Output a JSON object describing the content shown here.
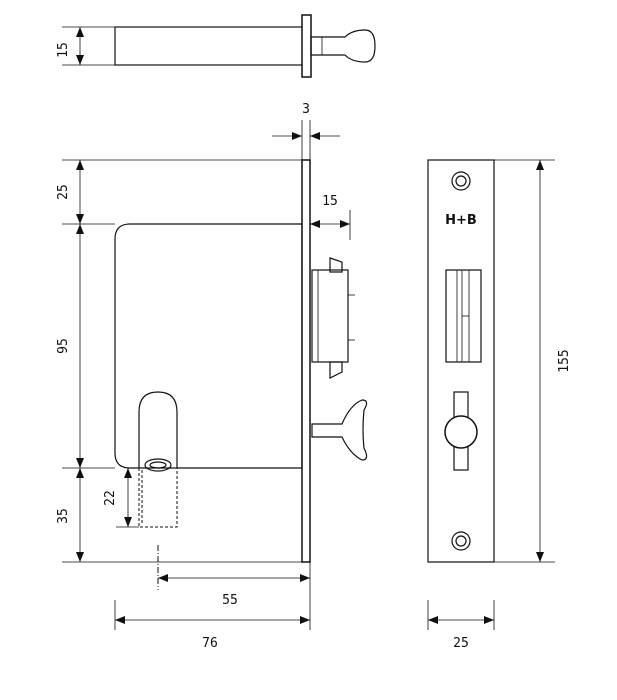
{
  "labels": {
    "brand": "H+B",
    "dim_top_height": "15",
    "dim_faceplate_thickness": "3",
    "dim_bolt_throw": "15",
    "dim_top_offset": "25",
    "dim_case_height": "95",
    "dim_bottom_offset": "35",
    "dim_hole_depth": "22",
    "dim_backset": "55",
    "dim_case_depth": "76",
    "dim_total_height": "155",
    "dim_faceplate_width": "25"
  }
}
